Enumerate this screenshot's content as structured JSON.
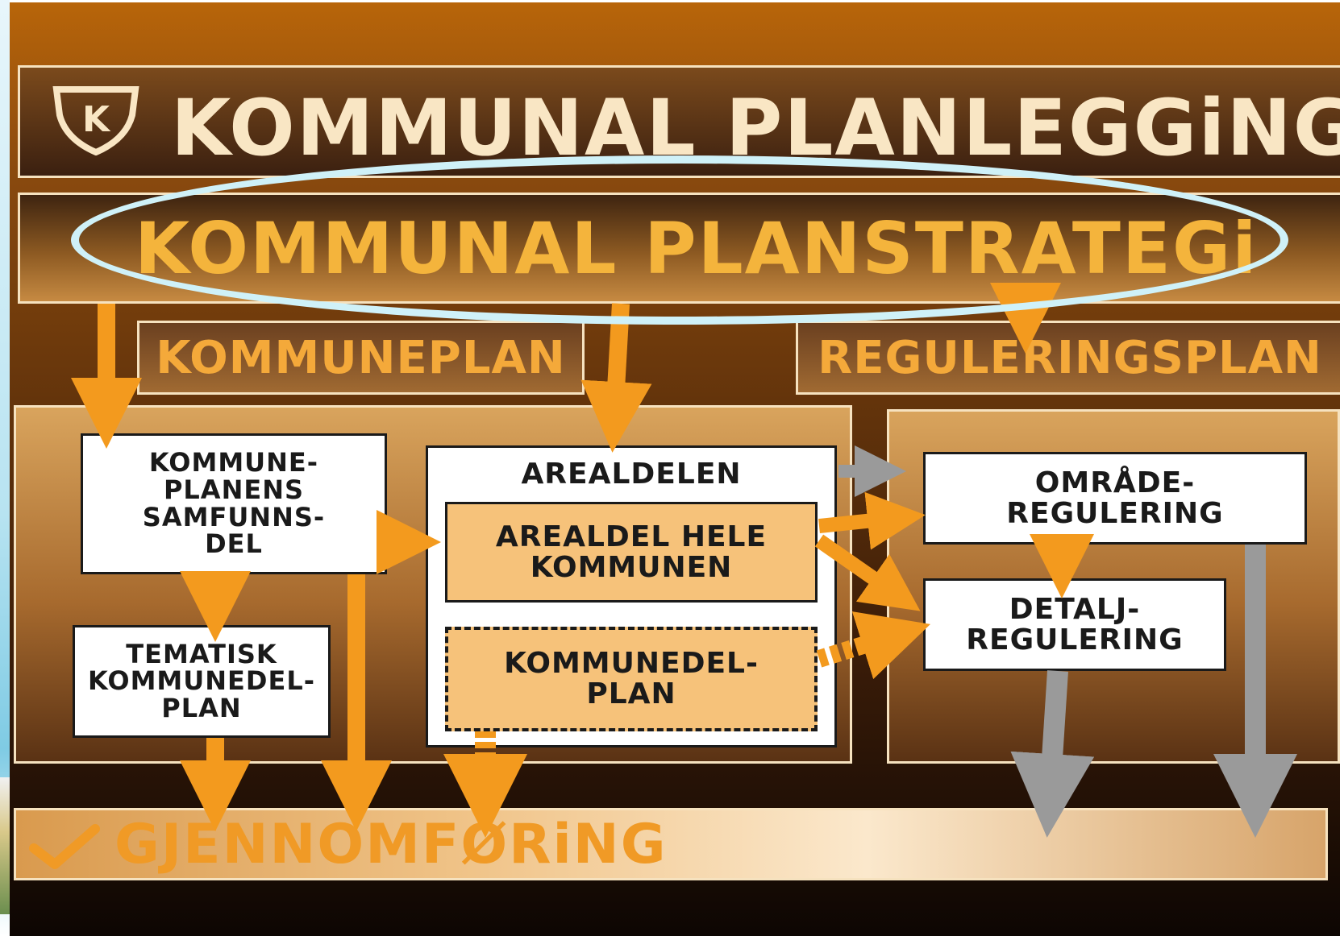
{
  "title": "KOMMUNAL PLANLEGGiNG",
  "logo_letter": "K",
  "strategy": "KOMMUNAL PLANSTRATEGi",
  "kommuneplan": "KOMMUNEPLAN",
  "reguleringsplan": "REGULERINGSPLAN",
  "boxes": {
    "samfunnsdel": "KOMMUNE-\nPLANENS\nSAMFUNNS-\nDEL",
    "tematisk": "TEMATISK\nKOMMUNEDEL-\nPLAN",
    "arealdelen": "AREALDELEN",
    "arealdel_hele": "AREALDEL HELE\nKOMMUNEN",
    "kommunedelplan": "KOMMUNEDEL-\nPLAN",
    "omraderegulering": "OMRÅDE-\nREGULERING",
    "detaljregulering": "DETALJ-\nREGULERING"
  },
  "gjennomforing": "GJENNOMFØRiNG",
  "colors": {
    "orange_arrow": "#f39a1e",
    "grey_arrow": "#9a9a9a",
    "highlight_ellipse": "#cff1f8",
    "cream": "#f6e2bf"
  },
  "icons": [
    "shield-k-icon",
    "checkmark-icon"
  ]
}
